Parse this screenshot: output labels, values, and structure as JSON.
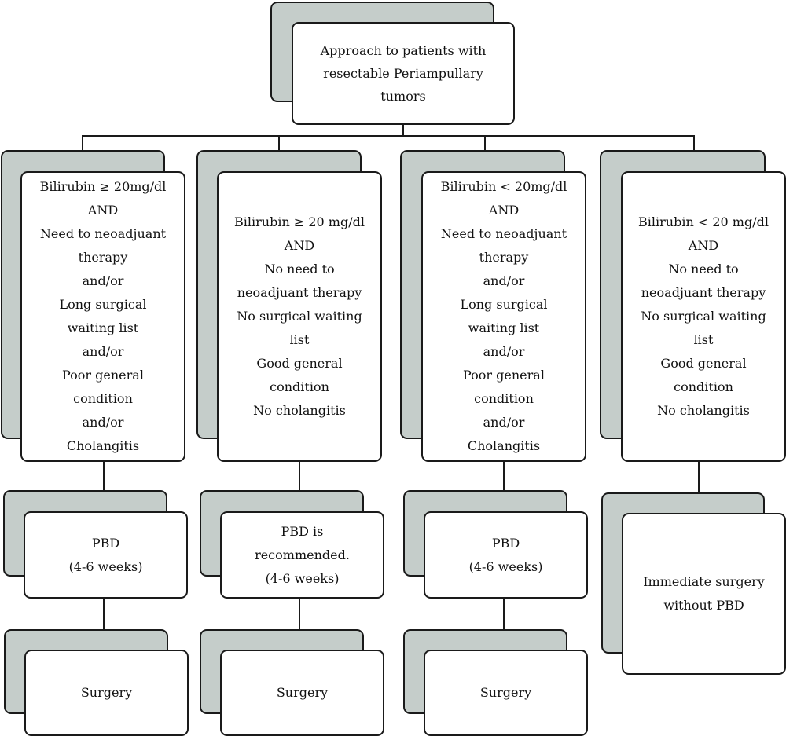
{
  "diagram": {
    "root": {
      "lines": [
        "Approach to patients with",
        "resectable Periampullary",
        "tumors"
      ]
    },
    "criteria": [
      {
        "lines": [
          "Bilirubin ≥ 20mg/dl",
          "AND",
          "Need to neoadjuant",
          "therapy",
          "and/or",
          "Long surgical",
          "waiting list",
          "and/or",
          "Poor general",
          "condition",
          "and/or",
          "Cholangitis"
        ]
      },
      {
        "lines": [
          "Bilirubin ≥ 20 mg/dl",
          "AND",
          "No need to",
          "neoadjuant therapy",
          "No surgical waiting",
          "list",
          "Good general",
          "condition",
          "No cholangitis"
        ]
      },
      {
        "lines": [
          "Bilirubin < 20mg/dl",
          "AND",
          "Need to neoadjuant",
          "therapy",
          "and/or",
          "Long surgical",
          "waiting list",
          "and/or",
          "Poor general",
          "condition",
          "and/or",
          "Cholangitis"
        ]
      },
      {
        "lines": [
          "Bilirubin < 20 mg/dl",
          "AND",
          "No need to",
          "neoadjuant therapy",
          "No surgical waiting",
          "list",
          "Good general",
          "condition",
          "No cholangitis"
        ]
      }
    ],
    "actions": [
      {
        "lines": [
          "PBD",
          "(4-6 weeks)"
        ]
      },
      {
        "lines": [
          "PBD is",
          "recommended.",
          "(4-6 weeks)"
        ]
      },
      {
        "lines": [
          "PBD",
          "(4-6 weeks)"
        ]
      },
      {
        "lines": [
          "Immediate surgery",
          "without PBD"
        ]
      }
    ],
    "outcomes": [
      {
        "lines": [
          "Surgery"
        ]
      },
      {
        "lines": [
          "Surgery"
        ]
      },
      {
        "lines": [
          "Surgery"
        ]
      }
    ]
  }
}
